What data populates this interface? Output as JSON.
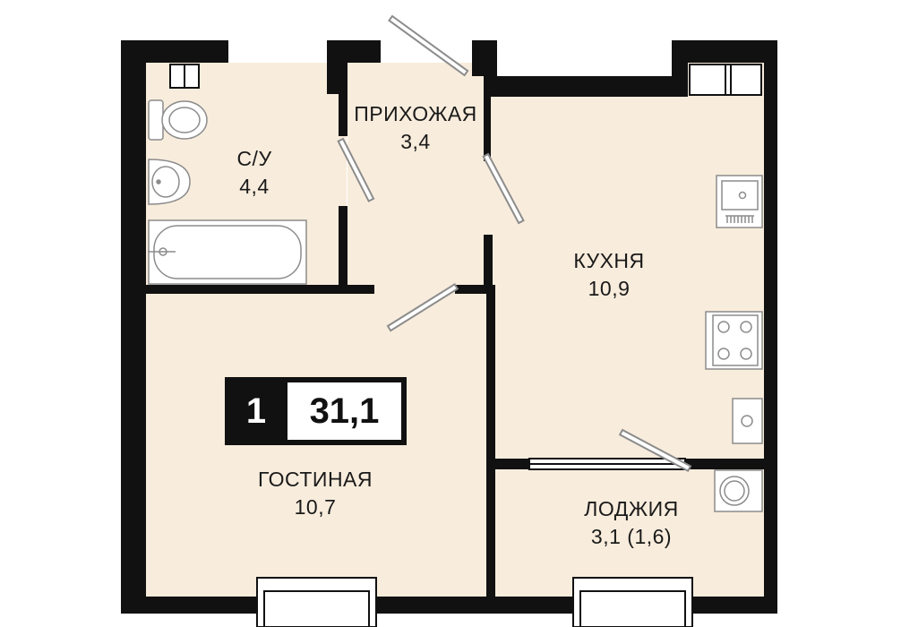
{
  "rooms": {
    "bathroom": {
      "name": "С/У",
      "area": "4,4"
    },
    "hallway": {
      "name": "ПРИХОЖАЯ",
      "area": "3,4"
    },
    "kitchen": {
      "name": "КУХНЯ",
      "area": "10,9"
    },
    "living": {
      "name": "ГОСТИНАЯ",
      "area": "10,7"
    },
    "loggia": {
      "name": "ЛОДЖИЯ",
      "area": "3,1 (1,6)"
    }
  },
  "badge": {
    "rooms": "1",
    "total_area": "31,1"
  },
  "colors": {
    "floor": "#f8ecdc",
    "wall": "#111111",
    "fixture_stroke": "#8c8c8c",
    "background": "#ffffff"
  }
}
